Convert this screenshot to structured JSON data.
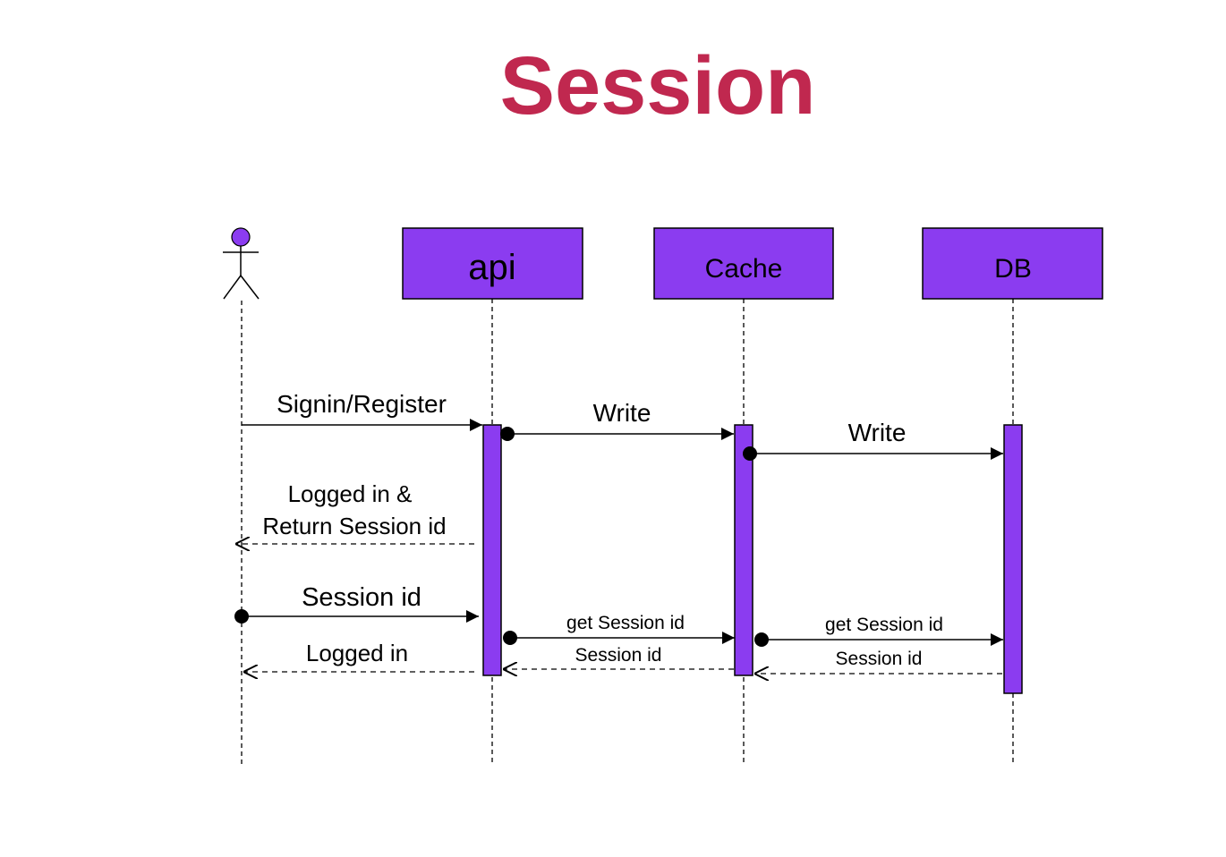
{
  "title": "Session",
  "colors": {
    "title": "#c0284f",
    "participant_fill": "#8b3cf0",
    "actor_head": "#8b3cf0",
    "line": "#000000"
  },
  "participants": [
    {
      "id": "user",
      "kind": "actor",
      "label": ""
    },
    {
      "id": "api",
      "kind": "box",
      "label": "api"
    },
    {
      "id": "cache",
      "kind": "box",
      "label": "Cache"
    },
    {
      "id": "db",
      "kind": "box",
      "label": "DB"
    }
  ],
  "messages": [
    {
      "from": "user",
      "to": "api",
      "label": "Signin/Register",
      "style": "solid",
      "start_dot": false
    },
    {
      "from": "api",
      "to": "cache",
      "label": "Write",
      "style": "solid",
      "start_dot": true
    },
    {
      "from": "cache",
      "to": "db",
      "label": "Write",
      "style": "solid",
      "start_dot": true
    },
    {
      "from": "api",
      "to": "user",
      "label_lines": [
        "Logged in &",
        "Return Session id"
      ],
      "style": "dashed",
      "start_dot": false
    },
    {
      "from": "user",
      "to": "api",
      "label": "Session id",
      "style": "solid",
      "start_dot": true
    },
    {
      "from": "api",
      "to": "cache",
      "label": "get Session id",
      "style": "solid",
      "start_dot": true
    },
    {
      "from": "cache",
      "to": "db",
      "label": "get Session id",
      "style": "solid",
      "start_dot": true
    },
    {
      "from": "api",
      "to": "user",
      "label": "Logged in",
      "style": "dashed",
      "start_dot": false
    },
    {
      "from": "cache",
      "to": "api",
      "label": "Session id",
      "style": "dashed",
      "start_dot": false
    },
    {
      "from": "db",
      "to": "cache",
      "label": "Session id",
      "style": "dashed",
      "start_dot": false
    }
  ]
}
